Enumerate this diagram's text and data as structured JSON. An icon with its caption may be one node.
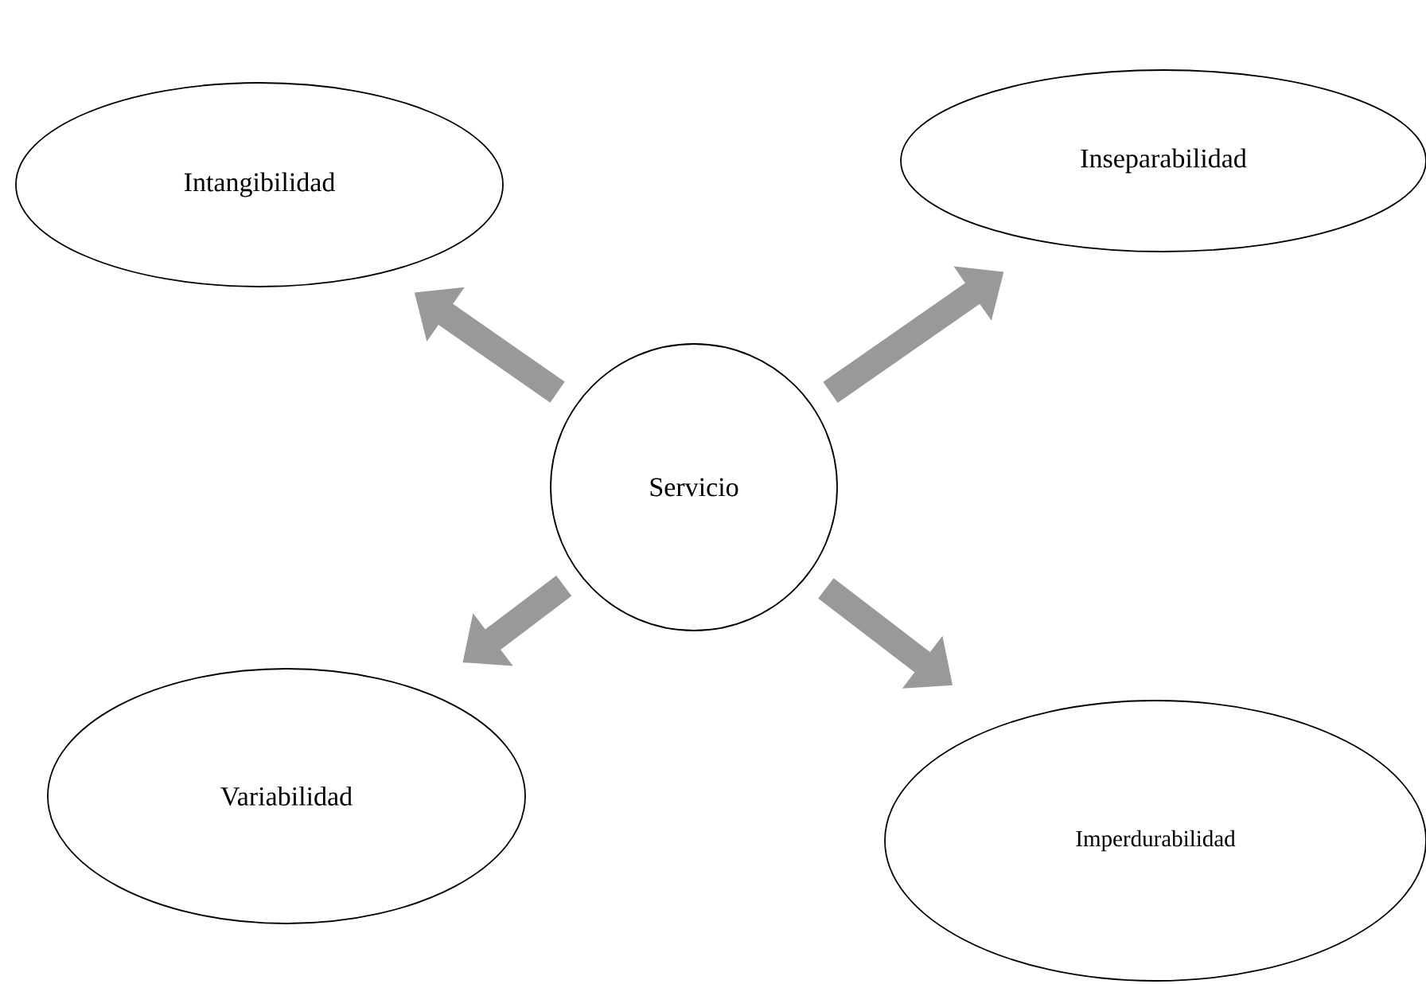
{
  "diagram": {
    "nodes": [
      {
        "text": [
          "Servicio"
        ]
      },
      {
        "text": [
          "Intangibilidad"
        ]
      },
      {
        "text": [
          "Inseparabilidad"
        ]
      },
      {
        "text": [
          "Variabilidad"
        ]
      },
      {
        "text": [
          "Imperdurabilidad"
        ]
      }
    ],
    "edges": [
      {
        "from": 0,
        "to": 1,
        "arrow": "to"
      },
      {
        "from": 0,
        "to": 2,
        "arrow": "to"
      },
      {
        "from": 0,
        "to": 3,
        "arrow": "to"
      },
      {
        "from": 0,
        "to": 4,
        "arrow": "to"
      }
    ]
  }
}
